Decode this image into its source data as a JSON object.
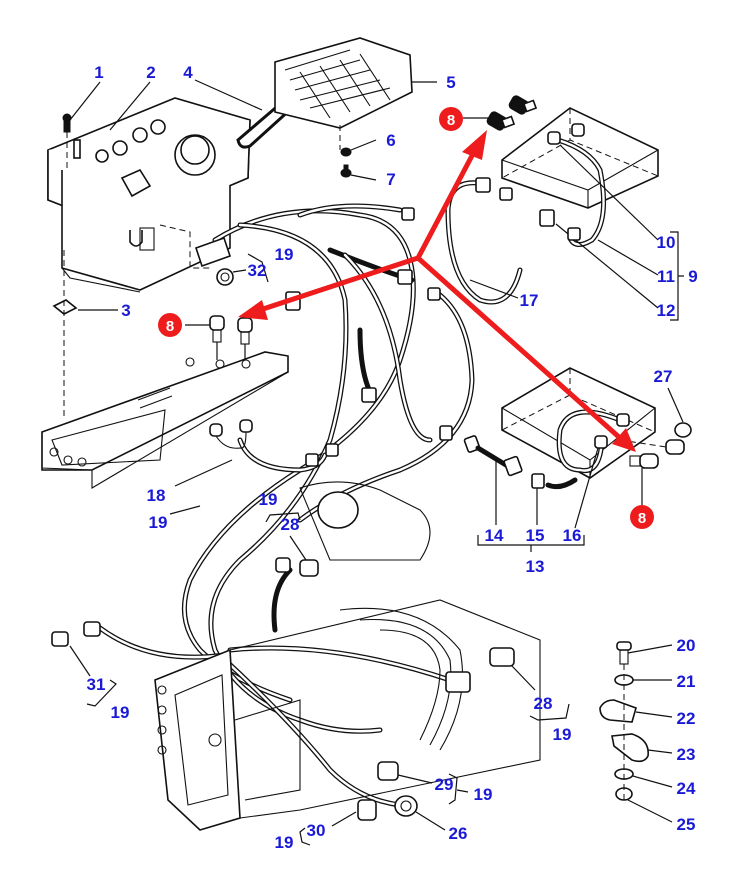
{
  "diagram": {
    "title": "Electrical harness and control panel exploded parts view",
    "highlight_color": "#ee1c1c",
    "label_color": "#1a1ad6",
    "highlighted_part": "8",
    "callouts": {
      "c1": "1",
      "c2": "2",
      "c3": "3",
      "c4": "4",
      "c5": "5",
      "c6": "6",
      "c7": "7",
      "c8a": "8",
      "c8b": "8",
      "c8c": "8",
      "c9": "9",
      "c10": "10",
      "c11": "11",
      "c12": "12",
      "c13": "13",
      "c14": "14",
      "c15": "15",
      "c16": "16",
      "c17": "17",
      "c18": "18",
      "c19a": "19",
      "c19b": "19",
      "c19c": "19",
      "c19d": "19",
      "c19e": "19",
      "c19f": "19",
      "c19g": "19",
      "c20": "20",
      "c21": "21",
      "c22": "22",
      "c23": "23",
      "c24": "24",
      "c25": "25",
      "c26": "26",
      "c27": "27",
      "c28a": "28",
      "c28b": "28",
      "c29": "29",
      "c30": "30",
      "c31": "31",
      "c32": "32"
    }
  }
}
